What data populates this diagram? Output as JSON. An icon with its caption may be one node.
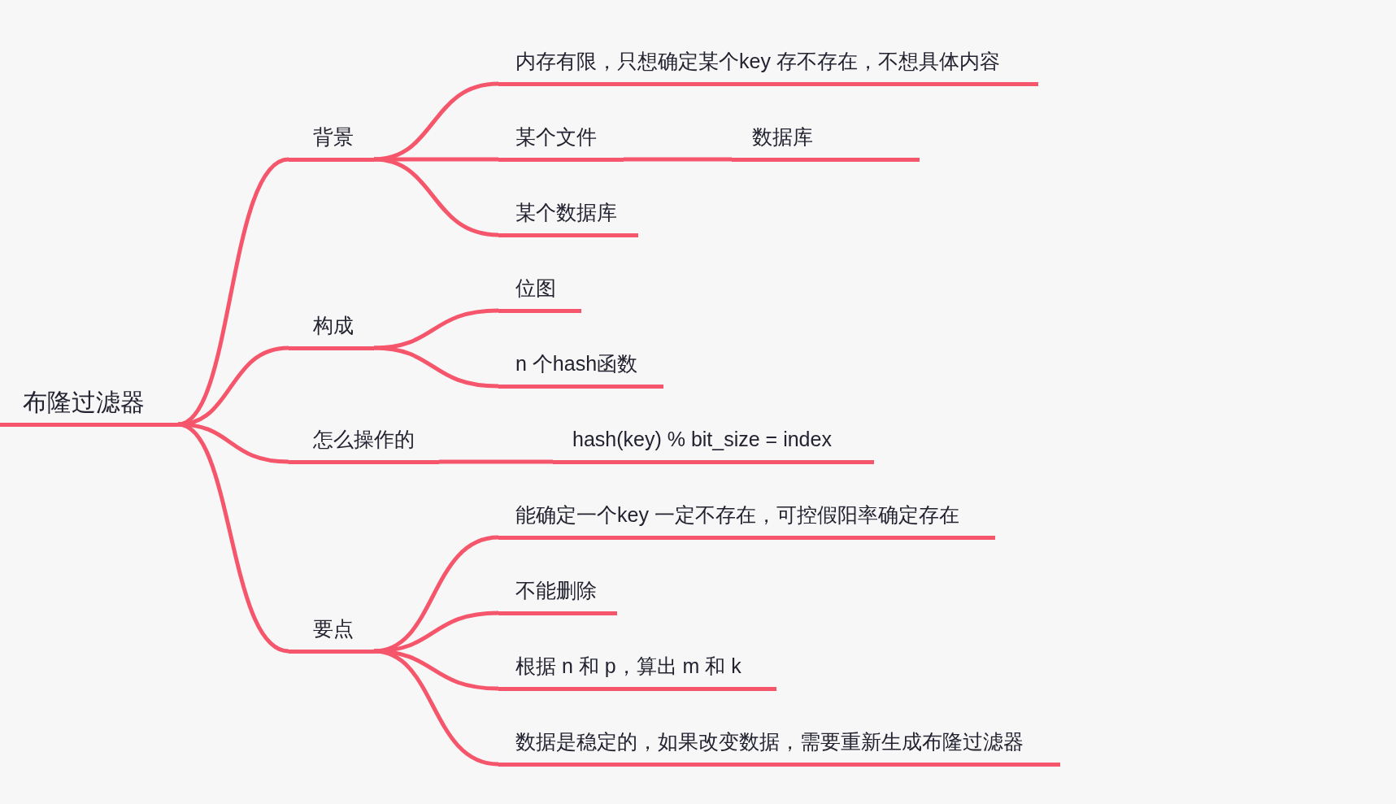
{
  "diagram": {
    "nodes": [
      {
        "text": [
          "布隆过滤器"
        ]
      },
      {
        "text": [
          "背景"
        ]
      },
      {
        "text": [
          "内存有限，只想确定某个key 存不存在，不想具体内容"
        ]
      },
      {
        "text": [
          "某个文件"
        ]
      },
      {
        "text": [
          "数据库"
        ]
      },
      {
        "text": [
          "某个数据库"
        ]
      },
      {
        "text": [
          "构成"
        ]
      },
      {
        "text": [
          "位图"
        ]
      },
      {
        "text": [
          "n 个hash函数"
        ]
      },
      {
        "text": [
          "怎么操作的"
        ]
      },
      {
        "text": [
          "hash(key) % bit_size = index"
        ]
      },
      {
        "text": [
          "要点"
        ]
      },
      {
        "text": [
          "能确定一个key 一定不存在，可控假阳率确定存在"
        ]
      },
      {
        "text": [
          "不能删除"
        ]
      },
      {
        "text": [
          "根据 n 和 p，算出 m 和 k"
        ]
      },
      {
        "text": [
          "数据是稳定的，如果改变数据，需要重新生成布隆过滤器"
        ]
      }
    ],
    "edges": [
      {
        "from": 0,
        "to": 1,
        "arrow": "none"
      },
      {
        "from": 1,
        "to": 2,
        "arrow": "none"
      },
      {
        "from": 1,
        "to": 3,
        "arrow": "none"
      },
      {
        "from": 3,
        "to": 4,
        "arrow": "none"
      },
      {
        "from": 1,
        "to": 5,
        "arrow": "none"
      },
      {
        "from": 0,
        "to": 6,
        "arrow": "none"
      },
      {
        "from": 6,
        "to": 7,
        "arrow": "none"
      },
      {
        "from": 6,
        "to": 8,
        "arrow": "none"
      },
      {
        "from": 0,
        "to": 9,
        "arrow": "none"
      },
      {
        "from": 9,
        "to": 10,
        "arrow": "none"
      },
      {
        "from": 0,
        "to": 11,
        "arrow": "none"
      },
      {
        "from": 11,
        "to": 12,
        "arrow": "none"
      },
      {
        "from": 11,
        "to": 13,
        "arrow": "none"
      },
      {
        "from": 11,
        "to": 14,
        "arrow": "none"
      },
      {
        "from": 11,
        "to": 15,
        "arrow": "none"
      }
    ]
  }
}
